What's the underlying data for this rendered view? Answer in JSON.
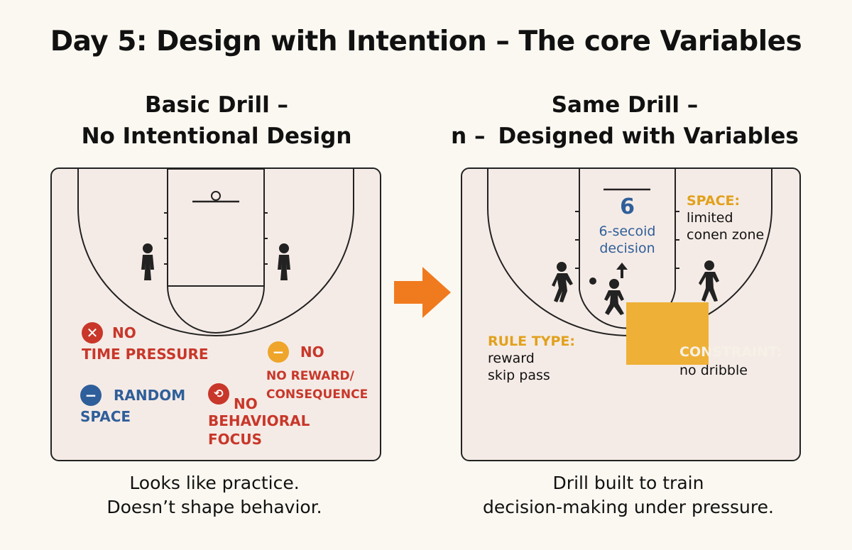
{
  "title": "Day 5: Design with Intention – The core Variables",
  "left": {
    "subtitle_line1": "Basic Drill –",
    "subtitle_line2": "No Intentional Design",
    "labels": {
      "no": "NO",
      "time_pressure": "TIME PRESSURE",
      "no2": "NO",
      "no_reward_line1": "NO REWARD/",
      "no_reward_line2": "CONSEQUENCE",
      "random": "RANDOM",
      "space": "SPACE",
      "no3": "NO",
      "behavioral": "BEHAVIORAL",
      "focus": "FOCUS"
    },
    "caption_line1": "Looks like practice.",
    "caption_line2": "Doesn’t shape behavior."
  },
  "right": {
    "subtitle_line1": "Same Drill –",
    "subtitle_artifact": "n –",
    "subtitle_line2": "Designed with Variables",
    "timer_number": "6",
    "timer_line1": "6-secoid",
    "timer_line2": "decision",
    "space_label": "SPACE:",
    "space_line1": "limited",
    "space_line2": "conen zone",
    "rule_label": "RULE TYPE:",
    "rule_line1": "reward",
    "rule_line2": "skip pass",
    "constraint_label": "CONSTRAINT:",
    "constraint_line1": "no dribble",
    "caption_line1": "Drill built to train",
    "caption_line2": "decision-making under pressure."
  },
  "colors": {
    "red": "#c8372a",
    "blue": "#2f5f9a",
    "orange_label": "#e1a11d",
    "arrow": "#f07a1e",
    "zone": "#eeb036",
    "panel_bg": "#f5ebe6",
    "page_bg": "#fbf8f1"
  },
  "icons": [
    "x-circle-icon",
    "minus-circle-icon",
    "refresh-circle-icon",
    "arrow-right-icon",
    "player-icon",
    "ball-icon",
    "up-arrow-icon"
  ]
}
